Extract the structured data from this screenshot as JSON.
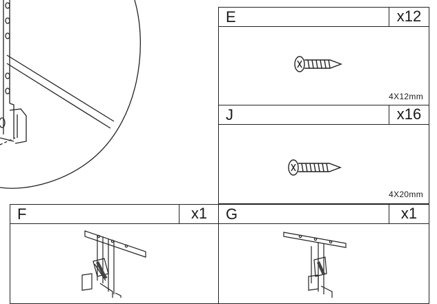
{
  "parts": {
    "E": {
      "letter": "E",
      "qty": "x12",
      "size": "4X12mm",
      "icon": "screw-icon"
    },
    "J": {
      "letter": "J",
      "qty": "x16",
      "size": "4X20mm",
      "icon": "screw-icon"
    },
    "F": {
      "letter": "F",
      "qty": "x1",
      "icon": "hinge-bracket-icon"
    },
    "G": {
      "letter": "G",
      "qty": "x1",
      "icon": "hinge-bracket-icon"
    }
  }
}
